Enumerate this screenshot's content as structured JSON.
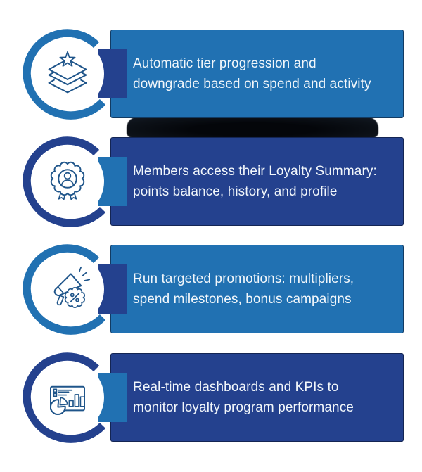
{
  "infographic": "loyalty-program-features",
  "colors": {
    "medium_blue": "#2171B2",
    "navy": "#24418E",
    "icon_stroke": "#1F558A",
    "text": "#F2F7FB",
    "circle_fill": "#FFFFFF",
    "shadow_artifact": "#0A0E14"
  },
  "rows": [
    {
      "scheme": "blue",
      "icon": "tier-layers-star-icon",
      "text": "Automatic tier progression and downgrade based on spend and activity"
    },
    {
      "scheme": "navy",
      "icon": "member-badge-icon",
      "text": "Members access their Loyalty Summary: points balance, history, and profile"
    },
    {
      "scheme": "blue",
      "icon": "promotion-megaphone-percent-icon",
      "text": "Run targeted promotions: multipliers, spend milestones, bonus campaigns"
    },
    {
      "scheme": "navy",
      "icon": "dashboard-kpi-chart-icon",
      "text": "Real-time dashboards and KPIs to monitor loyalty program performance"
    }
  ]
}
